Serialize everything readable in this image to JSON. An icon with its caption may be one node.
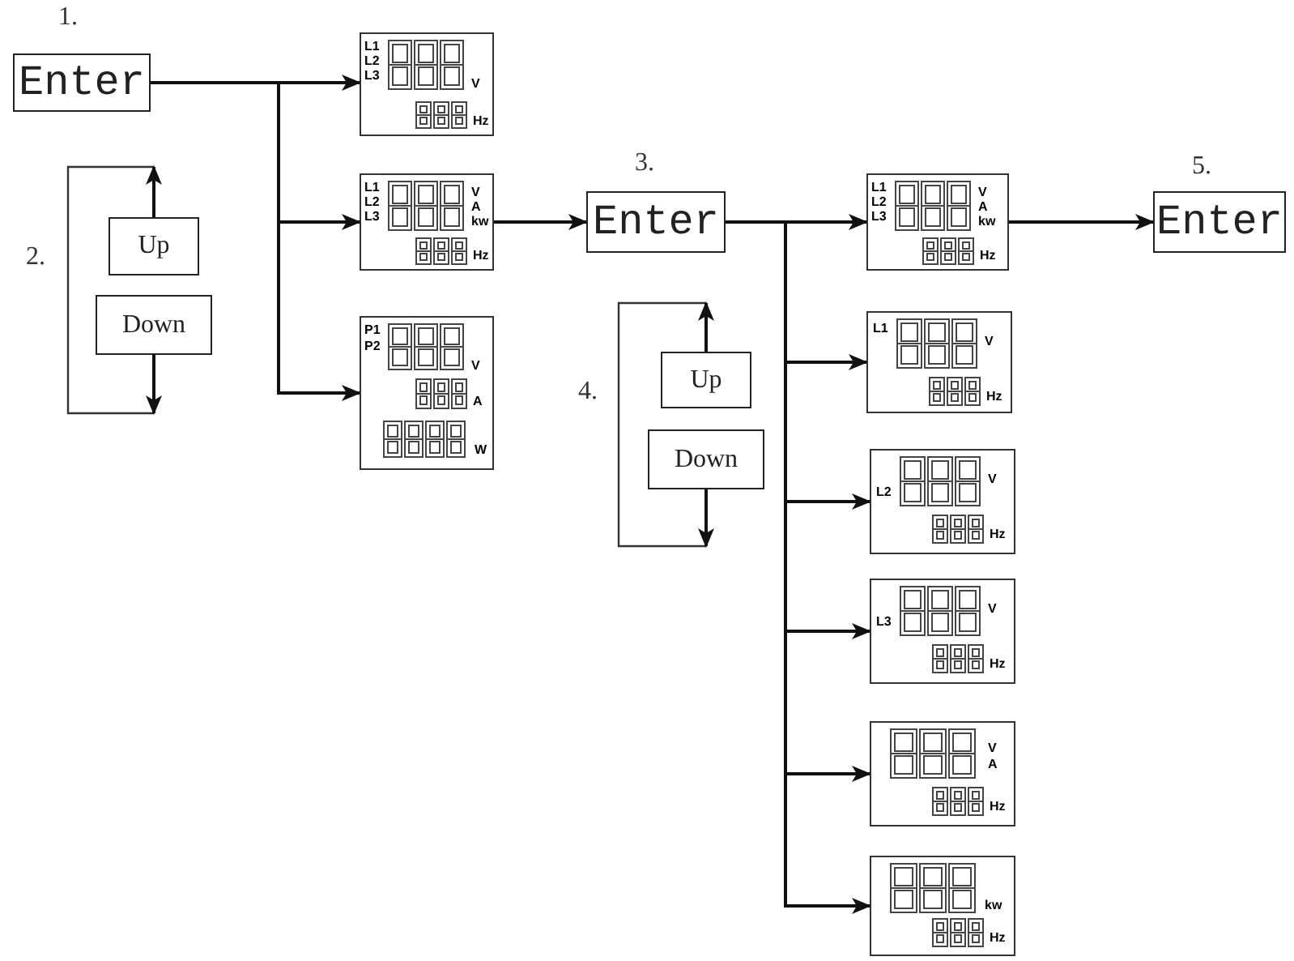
{
  "diagram": {
    "nodes": [
      {
        "text": [
          "Enter"
        ],
        "beside": [
          "1."
        ]
      },
      {
        "text": [
          "Up"
        ]
      },
      {
        "text": [
          "Down"
        ]
      },
      {
        "text": [
          "L1",
          "L2",
          "L3",
          "V",
          "Hz"
        ]
      },
      {
        "text": [
          "L1",
          "L2",
          "L3",
          "V",
          "A",
          "kw",
          "Hz"
        ]
      },
      {
        "text": [
          "P1",
          "P2",
          "V",
          "A",
          "W"
        ]
      },
      {
        "text": [
          "Enter"
        ],
        "beside": [
          "3."
        ]
      },
      {
        "text": [
          "Up"
        ]
      },
      {
        "text": [
          "Down"
        ]
      },
      {
        "text": [
          "L1",
          "L2",
          "L3",
          "V",
          "A",
          "kw",
          "Hz"
        ]
      },
      {
        "text": [
          "L1",
          "V",
          "Hz"
        ]
      },
      {
        "text": [
          "L2",
          "V",
          "Hz"
        ]
      },
      {
        "text": [
          "L3",
          "V",
          "Hz"
        ]
      },
      {
        "text": [
          "V",
          "A",
          "Hz"
        ]
      },
      {
        "text": [
          "kw",
          "Hz"
        ]
      },
      {
        "text": [
          "Enter"
        ],
        "beside": [
          "5."
        ]
      }
    ],
    "edges": [
      {
        "from": 0,
        "to": 3,
        "arrow": "to"
      },
      {
        "from": 0,
        "to": 4,
        "arrow": "to"
      },
      {
        "from": 0,
        "to": 5,
        "arrow": "to"
      },
      {
        "from": 1,
        "to": null,
        "arrow": "to"
      },
      {
        "from": 2,
        "to": null,
        "arrow": "to"
      },
      {
        "from": 4,
        "to": 6,
        "arrow": "to"
      },
      {
        "from": 6,
        "to": 9,
        "arrow": "to"
      },
      {
        "from": 6,
        "to": 10,
        "arrow": "to"
      },
      {
        "from": 6,
        "to": 11,
        "arrow": "to"
      },
      {
        "from": 6,
        "to": 12,
        "arrow": "to"
      },
      {
        "from": 6,
        "to": 13,
        "arrow": "to"
      },
      {
        "from": 6,
        "to": 14,
        "arrow": "to"
      },
      {
        "from": 9,
        "to": 15,
        "arrow": "to"
      },
      {
        "from": 7,
        "to": null,
        "arrow": "to"
      },
      {
        "from": 8,
        "to": null,
        "arrow": "to"
      }
    ],
    "labels": [
      "2.",
      "4."
    ]
  }
}
